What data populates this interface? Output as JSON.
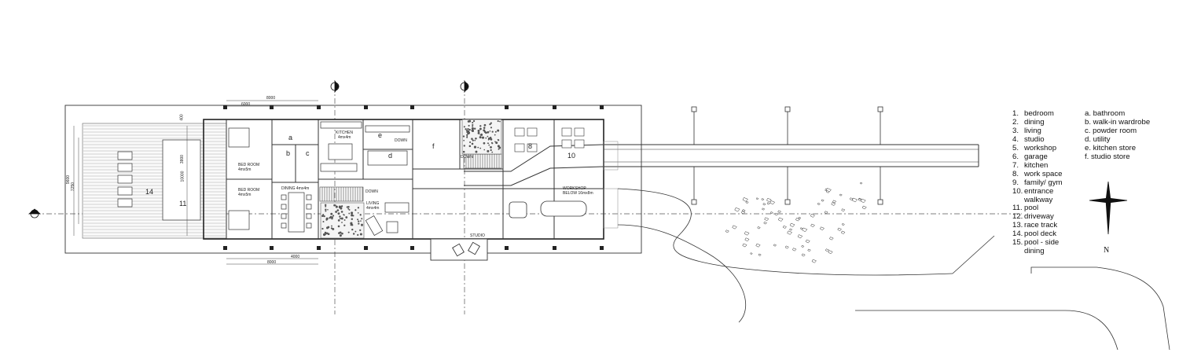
{
  "legend_numbered": [
    {
      "num": "1.",
      "text": "bedroom"
    },
    {
      "num": "2.",
      "text": "dining"
    },
    {
      "num": "3.",
      "text": "living"
    },
    {
      "num": "4.",
      "text": "studio"
    },
    {
      "num": "5.",
      "text": "workshop"
    },
    {
      "num": "6.",
      "text": "garage"
    },
    {
      "num": "7.",
      "text": "kitchen"
    },
    {
      "num": "8.",
      "text": "work space"
    },
    {
      "num": "9.",
      "text": "family/ gym"
    },
    {
      "num": "10.",
      "text": "entrance",
      "cont": "walkway"
    },
    {
      "num": "11.",
      "text": "pool"
    },
    {
      "num": "12.",
      "text": "driveway"
    },
    {
      "num": "13.",
      "text": "race track"
    },
    {
      "num": "14.",
      "text": "pool deck"
    },
    {
      "num": "15.",
      "text": "pool - side",
      "cont": "dining"
    }
  ],
  "legend_lettered": [
    "a. bathroom",
    "b. walk-in wardrobe",
    "c. powder room",
    "d. utility",
    "e. kitchen store",
    "f. studio store"
  ],
  "north_label": "N",
  "rooms": {
    "kitchen": "KITCHEN",
    "kitchen_dim": "4mx4m",
    "bedroom_1": "BED ROOM",
    "bedroom_1_dim": "4mx5m",
    "bedroom_2": "BED ROOM",
    "bedroom_2_dim": "4mx5m",
    "dining": "DINING 4mx4m",
    "living": "LIVING",
    "living_dim": "4mx4m",
    "studio": "STUDIO",
    "workshop": "WORKSHOP",
    "workshop_dim": "BELOW 16mx8m",
    "down_1": "DOWN",
    "down_2": "DOWN",
    "down_3": "DOWN"
  },
  "plan_letters": {
    "a": "a",
    "b": "b",
    "c": "c",
    "d": "d",
    "e": "e",
    "f": "f"
  },
  "plan_numbers": {
    "n14": "14",
    "n11": "11",
    "n10": "10",
    "n8": "8"
  },
  "dimensions": {
    "top_8000": "8000",
    "top_6000": "6000",
    "bottom_4000": "4000",
    "bottom_8000": "8000",
    "left_9600": "9600",
    "left_7250": "7250",
    "left_10000": "10000",
    "left_400": "400",
    "left_3800": "3800"
  }
}
